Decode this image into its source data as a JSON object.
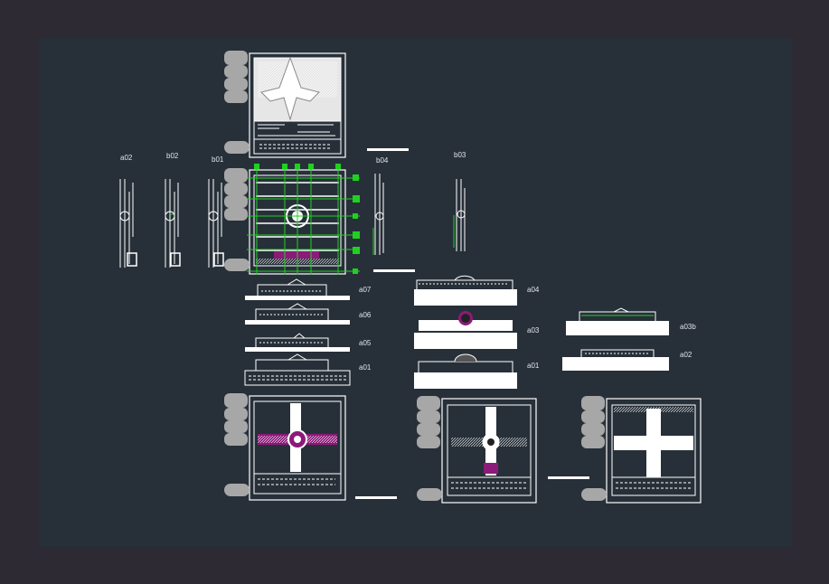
{
  "drawing": {
    "labels": {
      "a02_top": "a02",
      "b02": "b02",
      "b01": "b01",
      "b04": "b04",
      "b03": "b03",
      "a07": "a07",
      "a06": "a06",
      "a05": "a05",
      "a01_left": "a01",
      "a04": "a04",
      "a03": "a03",
      "a01_mid": "a01",
      "a03b": "a03b",
      "a02_right": "a02"
    },
    "colors": {
      "background": "#2d2a33",
      "model_space": "#273039",
      "linework": "#ffffff",
      "grid_lines": "#1fd11f",
      "highlight": "#8c1a7a",
      "tab": "#a7a7a7"
    }
  }
}
